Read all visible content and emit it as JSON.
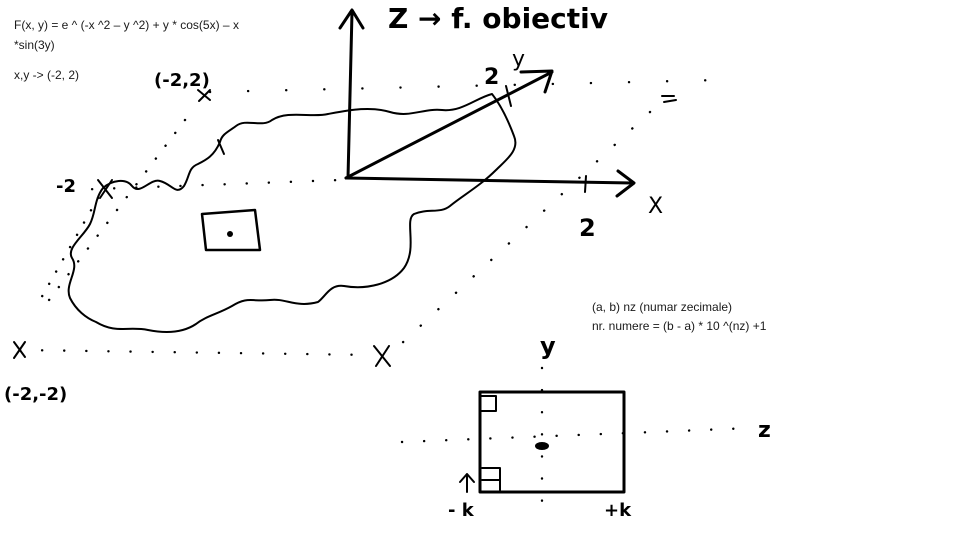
{
  "formula": {
    "line1": "F(x, y) = e ^ (-x ^2 – y ^2) + y * cos(5x) – x",
    "line2": "*sin(3y)",
    "domain": "x,y -> (-2, 2)"
  },
  "sketch3d": {
    "z_axis_title": "Z → f. obiectiv",
    "x_axis": "X",
    "y_axis": "y",
    "x_tick": "2",
    "y_tick": "2",
    "corner_top": "(-2,2)",
    "corner_bottom": "(-2,-2)",
    "left_tick": "-2",
    "cross_marks": [
      "x",
      "x",
      "x",
      "x"
    ]
  },
  "notes": {
    "line1": "(a, b) nz (numar zecimale)",
    "line2": "nr. numere = (b - a) * 10 ^(nz) +1"
  },
  "grid_sketch": {
    "y_axis": "y",
    "z_axis": "z",
    "left_tick": "- k",
    "right_tick": "+k"
  }
}
